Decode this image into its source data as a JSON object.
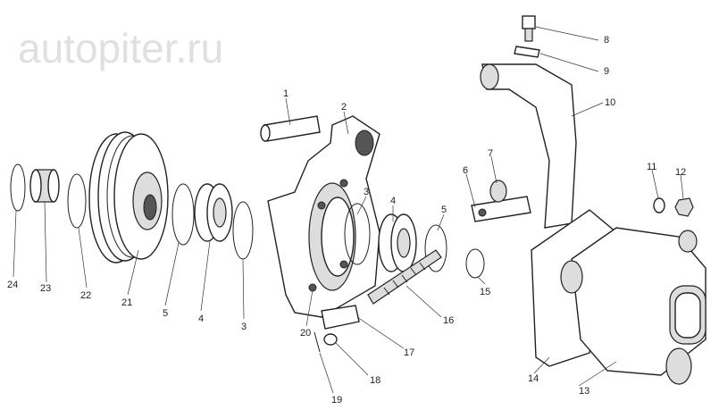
{
  "diagram": {
    "watermark": "autopiter.ru",
    "callouts": [
      {
        "id": "c1",
        "text": "1"
      },
      {
        "id": "c2",
        "text": "2"
      },
      {
        "id": "c3a",
        "text": "3"
      },
      {
        "id": "c4a",
        "text": "4"
      },
      {
        "id": "c5a",
        "text": "5"
      },
      {
        "id": "c6",
        "text": "6"
      },
      {
        "id": "c7",
        "text": "7"
      },
      {
        "id": "c8",
        "text": "8"
      },
      {
        "id": "c9",
        "text": "9"
      },
      {
        "id": "c10",
        "text": "10"
      },
      {
        "id": "c11",
        "text": "11"
      },
      {
        "id": "c12",
        "text": "12"
      },
      {
        "id": "c13",
        "text": "13"
      },
      {
        "id": "c14",
        "text": "14"
      },
      {
        "id": "c15",
        "text": "15"
      },
      {
        "id": "c16",
        "text": "16"
      },
      {
        "id": "c17",
        "text": "17"
      },
      {
        "id": "c18",
        "text": "18"
      },
      {
        "id": "c19",
        "text": "19"
      },
      {
        "id": "c20",
        "text": "20"
      },
      {
        "id": "c21",
        "text": "21"
      },
      {
        "id": "c22",
        "text": "22"
      },
      {
        "id": "c23",
        "text": "23"
      },
      {
        "id": "c24",
        "text": "24"
      },
      {
        "id": "c5b",
        "text": "5"
      },
      {
        "id": "c4b",
        "text": "4"
      },
      {
        "id": "c3b",
        "text": "3"
      }
    ]
  }
}
